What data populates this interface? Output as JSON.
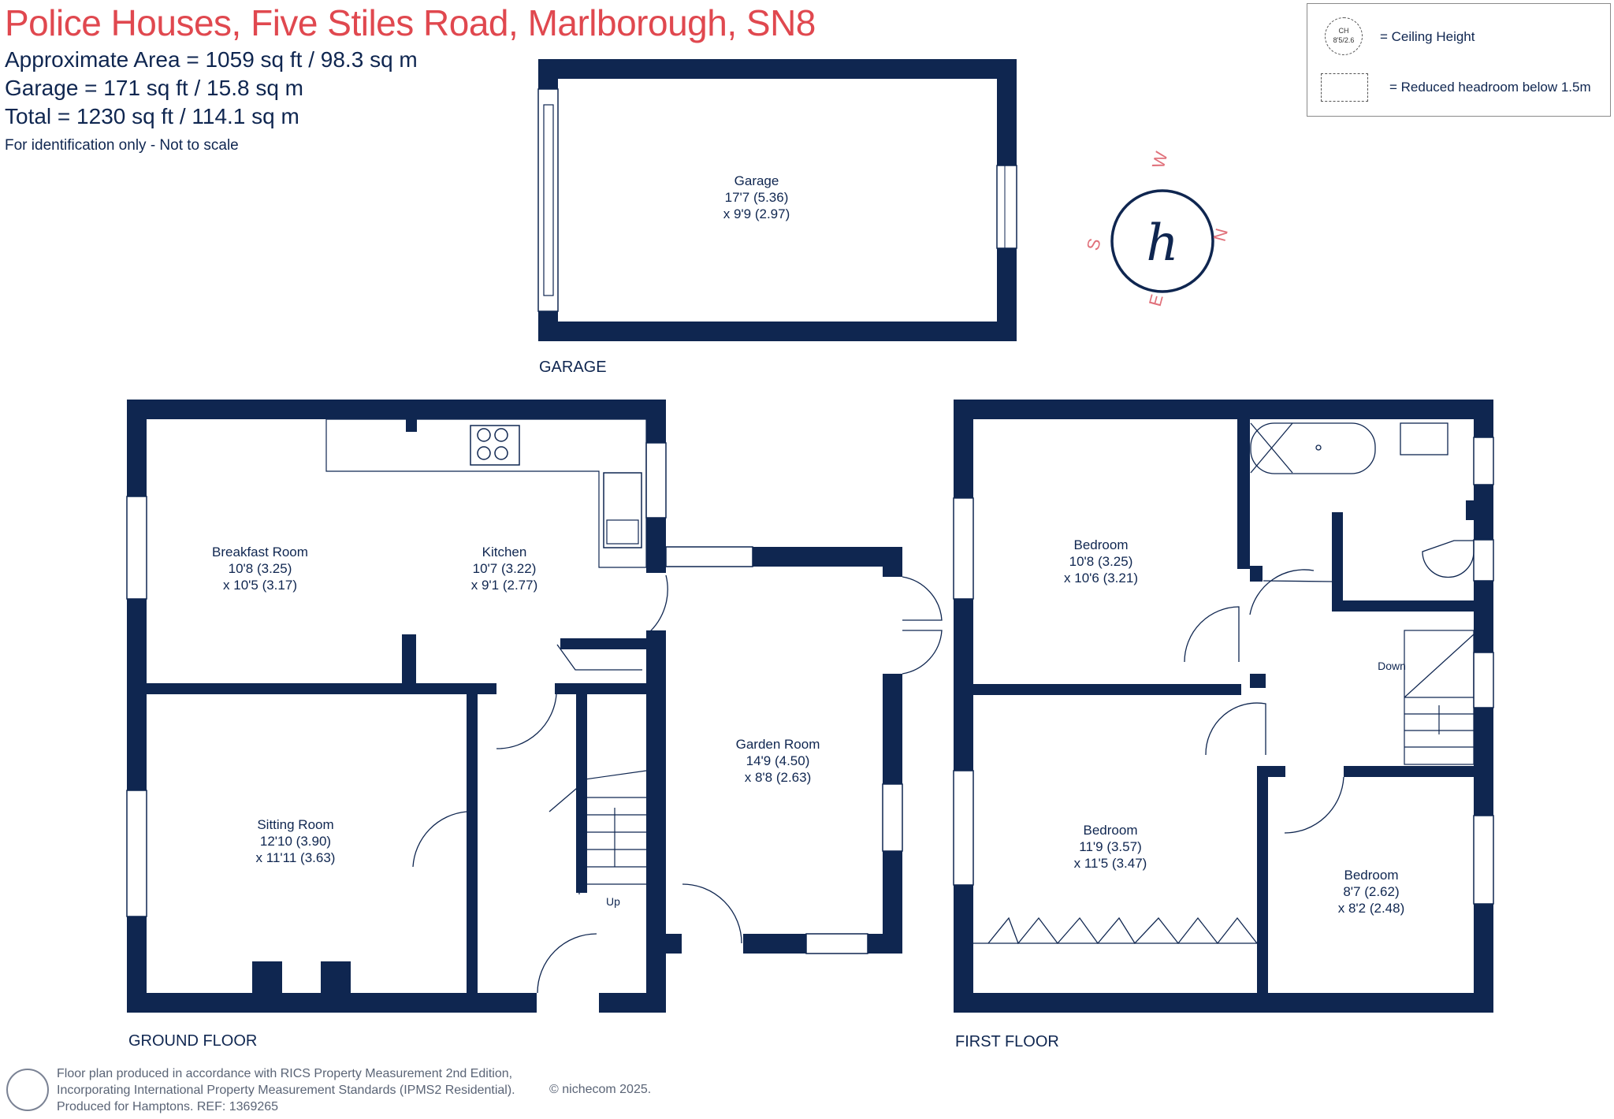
{
  "header": {
    "title": "Police Houses, Five Stiles Road, Marlborough, SN8",
    "approx_area": "Approximate Area = 1059 sq ft / 98.3 sq m",
    "garage_area": "Garage = 171 sq ft / 15.8 sq m",
    "total_area": "Total = 1230 sq ft / 114.1 sq m",
    "note": "For identification only - Not to scale"
  },
  "legend": {
    "ch_badge_line1": "CH",
    "ch_badge_line2": "8'5/2.6",
    "ceiling_height": "= Ceiling Height",
    "reduced_headroom": "= Reduced headroom below 1.5m"
  },
  "compass": {
    "n": "N",
    "s": "S",
    "e": "E",
    "w": "W",
    "logo_letter": "h"
  },
  "floors": {
    "garage_label": "GARAGE",
    "ground_label": "GROUND FLOOR",
    "first_label": "FIRST FLOOR"
  },
  "rooms": {
    "garage": {
      "name": "Garage",
      "dim1": "17'7 (5.36)",
      "dim2": "x 9'9 (2.97)"
    },
    "breakfast": {
      "name": "Breakfast Room",
      "dim1": "10'8 (3.25)",
      "dim2": "x 10'5 (3.17)"
    },
    "kitchen": {
      "name": "Kitchen",
      "dim1": "10'7 (3.22)",
      "dim2": "x 9'1 (2.77)"
    },
    "garden": {
      "name": "Garden Room",
      "dim1": "14'9 (4.50)",
      "dim2": "x 8'8 (2.63)"
    },
    "sitting": {
      "name": "Sitting Room",
      "dim1": "12'10 (3.90)",
      "dim2": "x 11'11 (3.63)"
    },
    "bed1": {
      "name": "Bedroom",
      "dim1": "10'8 (3.25)",
      "dim2": "x 10'6 (3.21)"
    },
    "bed2": {
      "name": "Bedroom",
      "dim1": "11'9 (3.57)",
      "dim2": "x 11'5 (3.47)"
    },
    "bed3": {
      "name": "Bedroom",
      "dim1": "8'7 (2.62)",
      "dim2": "x 8'2 (2.48)"
    }
  },
  "stairs": {
    "up": "Up",
    "down": "Down"
  },
  "footer": {
    "line1": "Floor plan produced in accordance with RICS Property Measurement 2nd Edition,",
    "line2": "Incorporating International Property Measurement Standards (IPMS2 Residential).",
    "line3": "Produced for Hamptons.  REF:  1369265",
    "copyright": "© nichecom 2025."
  },
  "colors": {
    "wall": "#0f2650",
    "title": "#e0484f",
    "compass": "#e0707a"
  }
}
